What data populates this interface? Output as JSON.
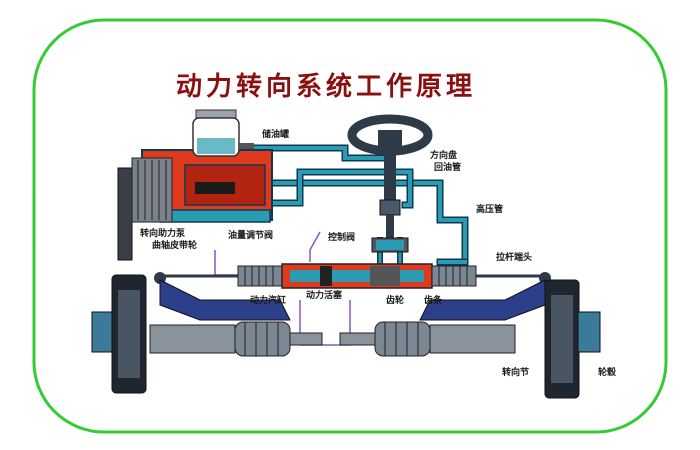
{
  "title": "动力转向系统工作原理",
  "labels": {
    "reservoir": "储油罐",
    "steering_wheel": "方向盘",
    "return_pipe": "回油管",
    "high_pressure_pipe": "高压管",
    "power_pump": "转向助力泵",
    "crank_pulley": "曲轴皮带轮",
    "flow_valve": "油量调节阀",
    "control_valve": "控制阀",
    "tie_rod_end": "拉杆端头",
    "power_cylinder": "动力汽缸",
    "power_piston": "动力活塞",
    "pinion": "齿轮",
    "rack": "齿条",
    "knuckle": "转向节",
    "hub": "轮毂"
  },
  "colors": {
    "border": "#33cc33",
    "title": "#8a1010",
    "pump": "#e03a1e",
    "fluid_pipe": "#2a9bb0",
    "pipe_outline": "#0a3a55",
    "dark_steel": "#2e3a48",
    "arm_blue": "#2b3f8a",
    "purple_line": "#8855cc",
    "disc": "#3c7a9a"
  }
}
